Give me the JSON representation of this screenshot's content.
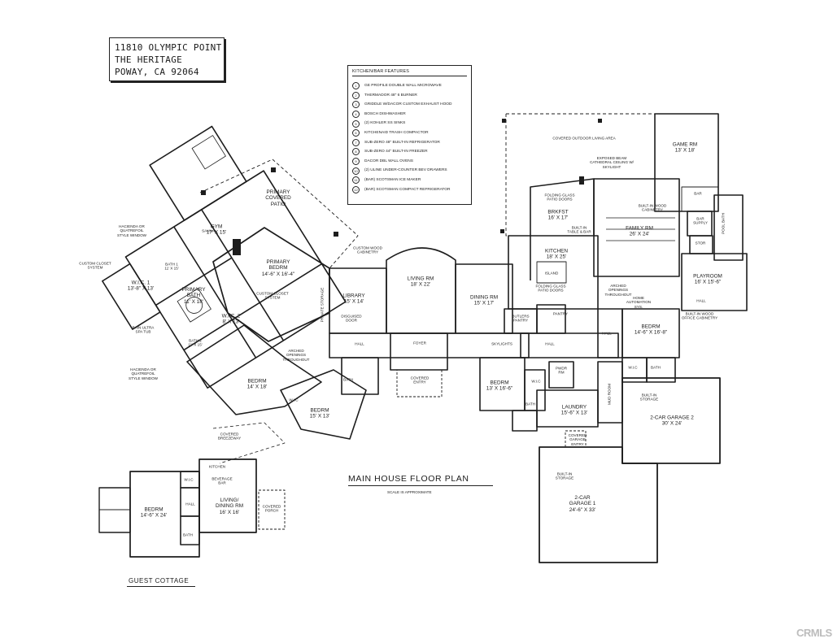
{
  "address": [
    "11810 OLYMPIC POINT",
    "THE HERITAGE",
    "POWAY, CA 92064"
  ],
  "legend": {
    "title": "KITCHEN/BAR FEATURES",
    "items": [
      {
        "n": "1",
        "text": "GE PROFILE DOUBLE WALL MICROWAVE"
      },
      {
        "n": "2",
        "text": "THERMADOR 48\" 6 BURNER"
      },
      {
        "n": "3",
        "text": "GRIDDLE W/DACOR CUSTOM EXHAUST HOOD"
      },
      {
        "n": "4",
        "text": "BOSCH DISHWASHER"
      },
      {
        "n": "5",
        "text": "(2) KOHLER SS SINKS"
      },
      {
        "n": "6",
        "text": "KITCHENAID TRASH COMPACTOR"
      },
      {
        "n": "7",
        "text": "SUB-ZERO 48\" BUILT-IN REFRIGERATOR"
      },
      {
        "n": "8",
        "text": "SUB-ZERO 44\" BUILT-IN FREEZER"
      },
      {
        "n": "9",
        "text": "DACOR DBL WALL OVENS"
      },
      {
        "n": "10",
        "text": "(2) ULINE UNDER-COUNTER BEV DRAWERS"
      },
      {
        "n": "11",
        "text": "(BAR) SCOTSMAN ICE MAKER"
      },
      {
        "n": "12",
        "text": "(BAR) SCOTSMAN COMPACT REFRIGERATOR"
      }
    ]
  },
  "rooms": {
    "game": [
      "GAME RM",
      "13' X 18'"
    ],
    "family": [
      "FAMILY RM",
      "26' X 24'"
    ],
    "brkfst": [
      "BRKFST",
      "16' X 17'"
    ],
    "kitchen": [
      "KITCHEN",
      "18' X 25'"
    ],
    "playroom": [
      "PLAYROOM",
      "16' X 15'-6\""
    ],
    "living": [
      "LIVING RM",
      "18' X 22'"
    ],
    "dining": [
      "DINING RM",
      "15' X 17'"
    ],
    "library": [
      "LIBRARY",
      "15' X 14'"
    ],
    "primary_bed": [
      "PRIMARY",
      "BEDRM",
      "14'-6\" X 16'-4\""
    ],
    "primary_bath": [
      "PRIMARY",
      "BATH",
      "11' X 18'"
    ],
    "gym": [
      "GYM",
      "17' X 15'"
    ],
    "wic1": [
      "W.I.C. 1",
      "13'-8\" X 13'"
    ],
    "wic2": [
      "W.I.C. 2",
      "8' X 13'"
    ],
    "bedrm_a": [
      "BEDRM",
      "14' X 18'"
    ],
    "bedrm_b": [
      "BEDRM",
      "15' X 13'"
    ],
    "bedrm_c": [
      "BEDRM",
      "13' X 16'-6\""
    ],
    "bedrm_d": [
      "BEDRM",
      "14'-6\" X 16'-8\""
    ],
    "laundry": [
      "LAUNDRY",
      "15'-6\" X 13'"
    ],
    "garage2": [
      "2-CAR GARAGE 2",
      "30' X 24'"
    ],
    "garage1": [
      "2-CAR",
      "GARAGE 1",
      "24'-6\" X 33'"
    ],
    "guest_bed": [
      "BEDRM",
      "14'-6\" X 24'"
    ],
    "guest_living": [
      "LIVING/",
      "DINING RM",
      "16' X 16'"
    ],
    "patio": [
      "PRIMARY",
      "COVERED",
      "PATIO"
    ],
    "outdoor": "COVERED OUTDOOR LIVING AREA",
    "foyer": "FOYER",
    "covered_entry": [
      "COVERED",
      "ENTRY"
    ],
    "butlers": [
      "BUTLERS",
      "PANTRY"
    ],
    "pantry": "PANTRY",
    "hall": "HALL",
    "bath": "BATH",
    "bath1": [
      "BATH 1",
      "11' X 15'"
    ],
    "bath2": [
      "BATH 2",
      "11' X 15'"
    ],
    "wic": "W.I.C",
    "pwdr": [
      "PWDR",
      "RM"
    ],
    "mudroom": "MUD ROOM",
    "stor": "STOR",
    "bar": "BAR",
    "bar_supply": [
      "BAR",
      "SUPPLY"
    ],
    "pool_bath": "POOL BATH",
    "sauna": "SAUNA",
    "kitchen_guest": "KITCHEN",
    "island": "ISLAND",
    "covered_porch": [
      "COVERED",
      "PORCH"
    ],
    "covered_breezeway": [
      "COVERED",
      "BREEZEWAY"
    ],
    "covered_garage_entry": [
      "COVERED",
      "GARAGE",
      "ENTRY"
    ],
    "private_storage": "PRIVATE STORAGE"
  },
  "notes": {
    "hacienda_top": [
      "HACIENDA OR",
      "QUATREFOIL",
      "STYLE WINDOW"
    ],
    "hacienda_bottom": [
      "HACIENDA OR",
      "QUATREFOIL",
      "STYLE WINDOW"
    ],
    "custom_closet_1": [
      "CUSTOM CLOSET",
      "SYSTEM"
    ],
    "custom_closet_2": [
      "CUSTOM CLOSET",
      "SYSTEM"
    ],
    "bain": [
      "BAIN ULTRA",
      "SPA TUB"
    ],
    "arched_1": [
      "ARCHED",
      "OPENINGS",
      "THROUGHOUT"
    ],
    "arched_2": [
      "ARCHED",
      "OPENINGS",
      "THROUGHOUT"
    ],
    "custom_wood": [
      "CUSTOM WOOD",
      "CABINETRY"
    ],
    "disguised_door": [
      "DISGUISED",
      "DOOR"
    ],
    "skylights": "SKYLIGHTS",
    "folding_top": [
      "FOLDING GLASS",
      "PATIO DOORS"
    ],
    "folding_kitchen": [
      "FOLDING GLASS",
      "PATIO DOORS"
    ],
    "builtin_table": [
      "BUILT-IN",
      "TABLE & BAR"
    ],
    "exposed_beam": [
      "EXPOSED BEAM",
      "CATHEDRAL CEILING W/",
      "SKYLIGHT"
    ],
    "builtin_wood": [
      "BUILT-IN WOOD",
      "CABINETRY"
    ],
    "home_automation": [
      "HOME",
      "AUTOMATION",
      "SYS."
    ],
    "builtin_office": [
      "BUILT-IN WOOD",
      "OFFICE CABINETRY"
    ],
    "builtin_storage_1": [
      "BUILT-IN",
      "STORAGE"
    ],
    "builtin_storage_2": [
      "BUILT-IN",
      "STORAGE"
    ],
    "beverage_bar": [
      "BEVERAGE",
      "BAR"
    ]
  },
  "title": "MAIN HOUSE FLOOR PLAN",
  "scale_note": "SCALE IS APPROXIMATE",
  "cottage_title": "GUEST COTTAGE",
  "watermark": "CRMLS",
  "icons": [
    "north-marker-icon",
    "column-dot-icon",
    "stair-icon"
  ]
}
